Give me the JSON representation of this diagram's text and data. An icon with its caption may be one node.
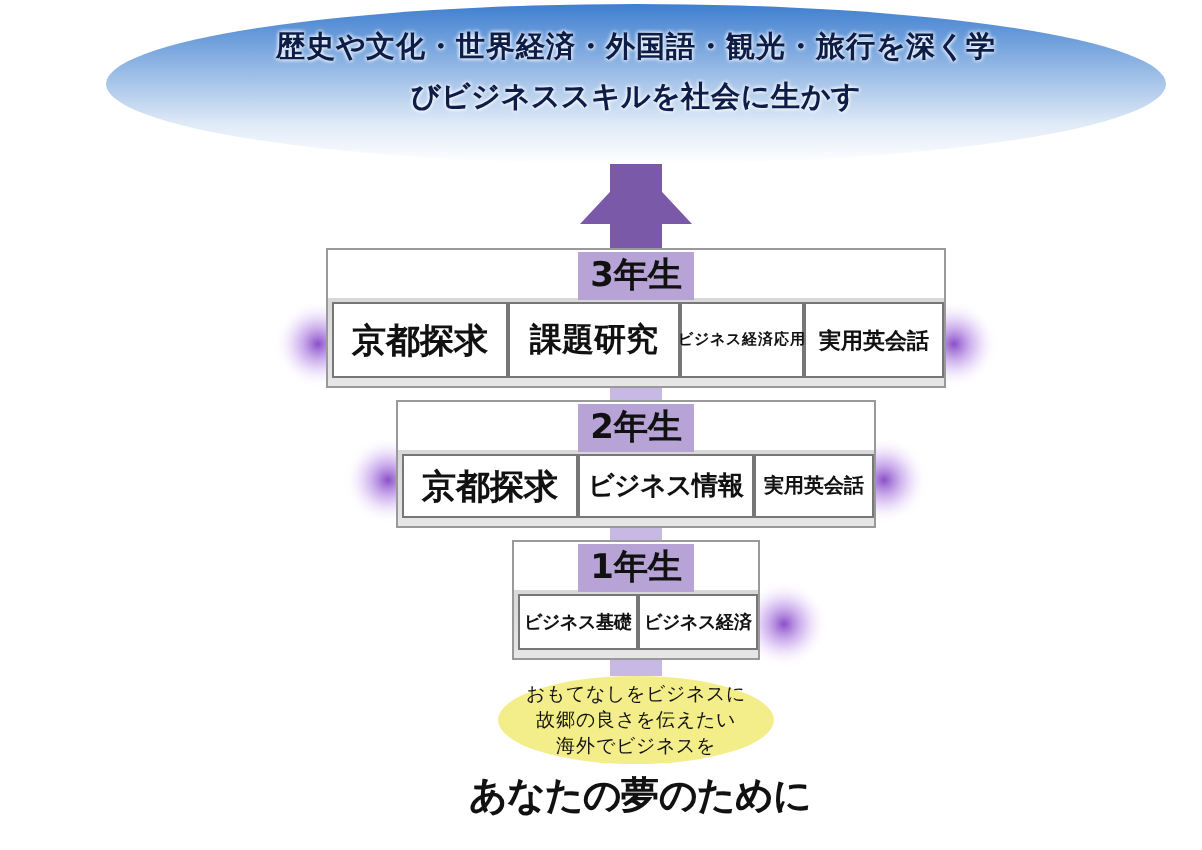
{
  "diagram": {
    "nodes": [
      {
        "text": [
          "歴史や文化・世界経済・外国語・観光・旅行を深く学びビジネススキルを社会に生かす"
        ]
      },
      {
        "text": [
          "3年生"
        ]
      },
      {
        "text": [
          "京都探求"
        ],
        "in": 1
      },
      {
        "text": [
          "課題研究"
        ],
        "in": 1
      },
      {
        "text": [
          "ビジネス経済応用"
        ],
        "in": 1
      },
      {
        "text": [
          "実用英会話"
        ],
        "in": 1
      },
      {
        "text": [
          "2年生"
        ]
      },
      {
        "text": [
          "京都探求"
        ],
        "in": 6
      },
      {
        "text": [
          "ビジネス情報"
        ],
        "in": 6
      },
      {
        "text": [
          "実用英会話"
        ],
        "in": 6
      },
      {
        "text": [
          "1年生"
        ]
      },
      {
        "text": [
          "ビジネス基礎"
        ],
        "in": 10
      },
      {
        "text": [
          "ビジネス経済"
        ],
        "in": 10
      },
      {
        "text": [
          "おもてなしをビジネスに",
          "故郷の良さを伝えたい",
          "海外でビジネスを"
        ]
      }
    ],
    "edges": [
      {
        "from": 13,
        "to": 10,
        "arrow": "none"
      },
      {
        "from": 10,
        "to": 6,
        "arrow": "none"
      },
      {
        "from": 6,
        "to": 1,
        "arrow": "none"
      },
      {
        "from": 1,
        "to": 0,
        "arrow": "to",
        "color": "#7a5aa8"
      }
    ],
    "labels": [
      "あなたの夢のために"
    ]
  }
}
